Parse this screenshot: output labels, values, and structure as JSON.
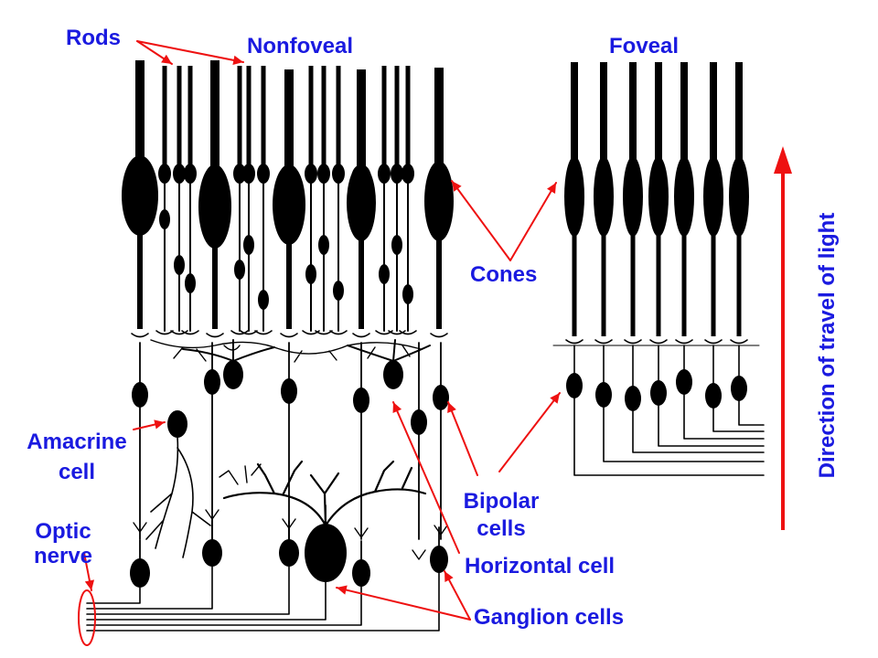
{
  "labels": {
    "rods": "Rods",
    "nonfoveal": "Nonfoveal",
    "foveal": "Foveal",
    "cones": "Cones",
    "amacrine_line1": "Amacrine",
    "amacrine_line2": "cell",
    "optic_line1": "Optic",
    "optic_line2": "nerve",
    "bipolar_line1": "Bipolar",
    "bipolar_line2": "cells",
    "horizontal": "Horizontal cell",
    "ganglion": "Ganglion cells",
    "light_direction": "Direction of travel of light"
  },
  "colors": {
    "cell": "#000000",
    "pointer": "#ee1111",
    "label": "#1a1ae0"
  }
}
